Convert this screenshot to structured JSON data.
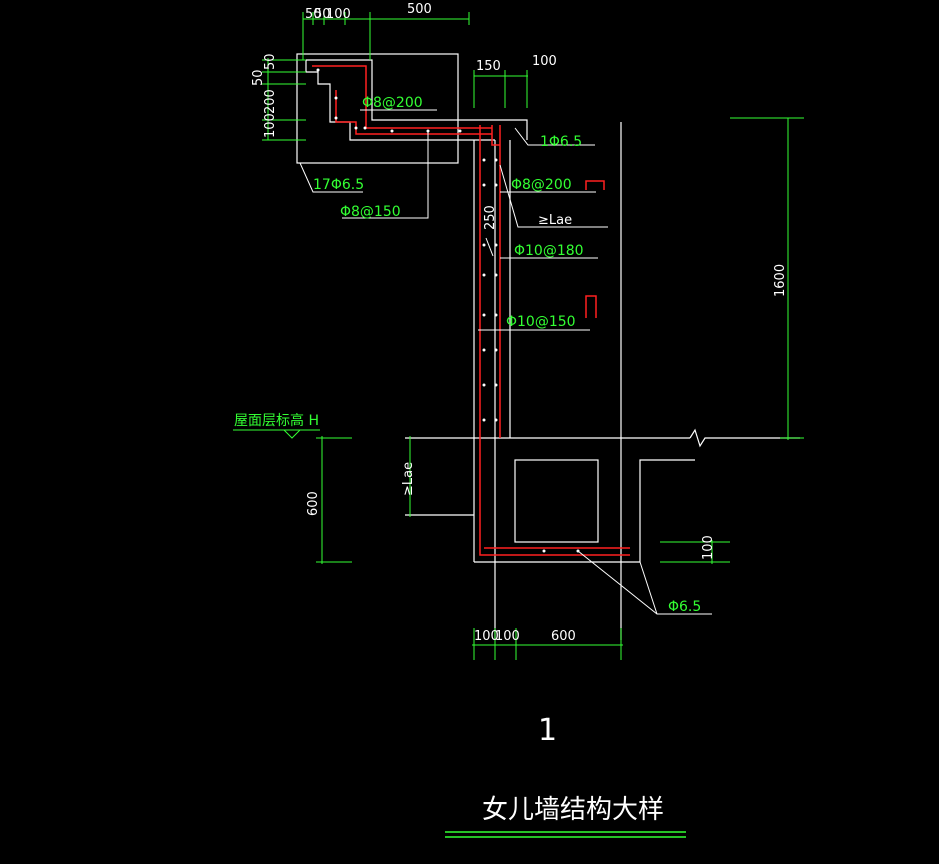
{
  "dimensions": {
    "top_width": "500",
    "top_small_a": "50",
    "top_small_b": "50",
    "top_small_c": "100",
    "top_150": "150",
    "top_100": "100",
    "left_50a": "50",
    "left_50b": "50",
    "left_200": "200",
    "left_100": "100",
    "height_1600": "1600",
    "height_600": "600",
    "foot_100": "100",
    "bottom_100a": "100",
    "bottom_100b": "100",
    "bottom_600": "600",
    "rebar_250": "250"
  },
  "labels": {
    "cap_bar": "Φ8@200",
    "stirrup_top": "1Φ6.5",
    "cap_long": "17Φ6.5",
    "cap_stirrup": "Φ8@150",
    "wall_bar_top": "Φ8@200",
    "anchor_lae": "≥Lae",
    "wall_bar_mid": "Φ10@180",
    "wall_bar_low": "Φ10@150",
    "roof_level": "屋面层标高 H",
    "anchor_lae_vertical": "≥Lae",
    "foot_bar": "Φ6.5"
  },
  "drawing_number": "1",
  "title": "女儿墙结构大样",
  "colors": {
    "background": "#000000",
    "outline": "#ffffff",
    "rebar": "#ff2020",
    "dimension": "#33ff33",
    "leader": "#ffffff"
  }
}
